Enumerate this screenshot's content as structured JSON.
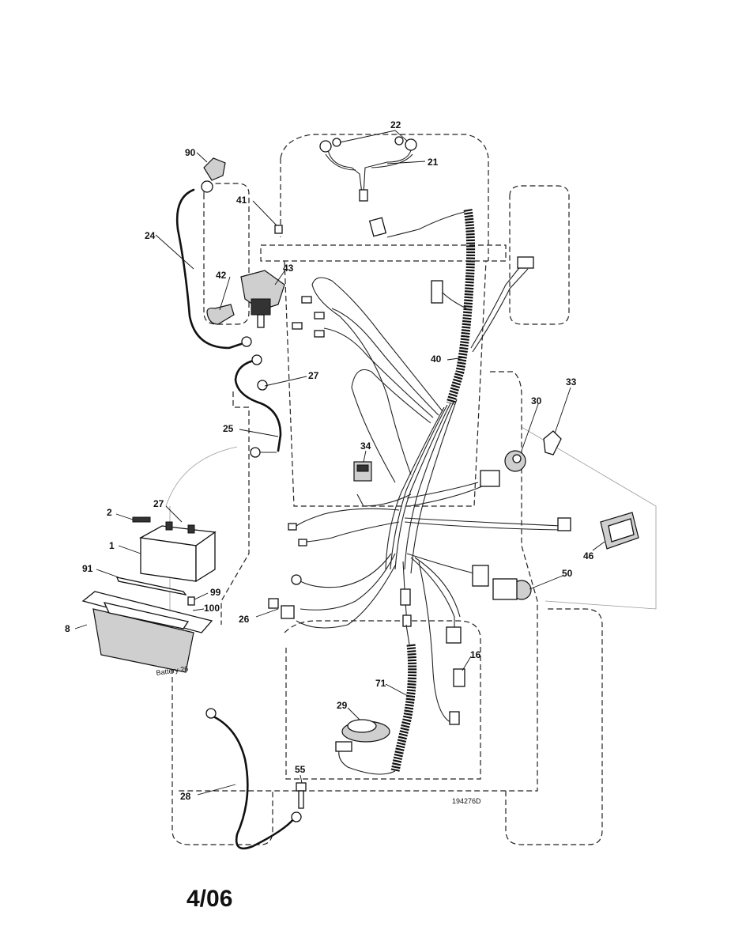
{
  "drawing_code": "194276D",
  "date_stamp": "4/06",
  "battery_label": "Battery 26",
  "part_labels": {
    "p1": "1",
    "p2": "2",
    "p8": "8",
    "p16": "16",
    "p21": "21",
    "p22": "22",
    "p24": "24",
    "p25": "25",
    "p26": "26",
    "p27a": "27",
    "p27b": "27",
    "p28": "28",
    "p29": "29",
    "p30": "30",
    "p33": "33",
    "p34": "34",
    "p40": "40",
    "p41": "41",
    "p42": "42",
    "p43": "43",
    "p46": "46",
    "p50": "50",
    "p55": "55",
    "p71": "71",
    "p90": "90",
    "p91": "91",
    "p99": "99",
    "p100": "100"
  }
}
